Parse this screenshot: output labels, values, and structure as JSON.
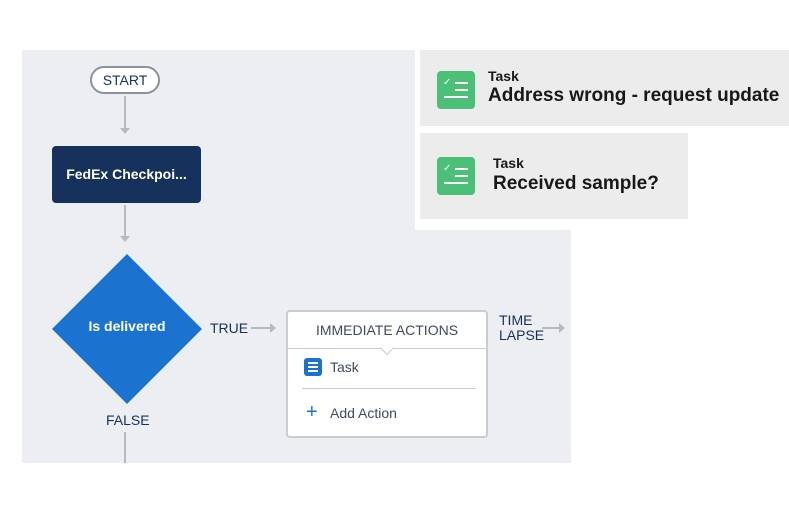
{
  "flow": {
    "start_label": "START",
    "criteria_label": "FedEx Checkpoi...",
    "decision_label": "Is delivered",
    "true_label": "TRUE",
    "false_label": "FALSE",
    "time_lapse_line1": "TIME",
    "time_lapse_line2": "LAPSE"
  },
  "actions_card": {
    "header": "IMMEDIATE ACTIONS",
    "task_label": "Task",
    "task_icon": "task-list-icon",
    "add_action_label": "Add Action",
    "add_icon": "plus-icon"
  },
  "task_cards": [
    {
      "type_label": "Task",
      "title": "Address wrong - request update",
      "icon": "task-checklist-icon"
    },
    {
      "type_label": "Task",
      "title": "Received sample?",
      "icon": "task-checklist-icon"
    }
  ],
  "colors": {
    "canvas_bg": "#eceef1",
    "navy": "#16325c",
    "brand_blue": "#1b72cf",
    "task_green": "#4bc076",
    "connector_gray": "#b5bac2"
  }
}
